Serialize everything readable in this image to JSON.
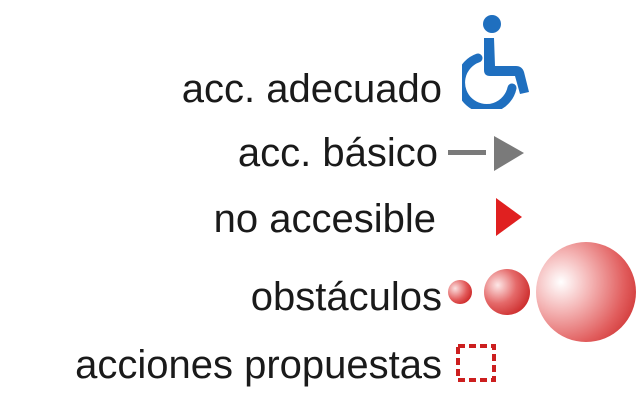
{
  "legend": {
    "items": [
      {
        "label": "acc. adecuado",
        "symbol": "wheelchair-icon",
        "color": "#1f6fbf"
      },
      {
        "label": "acc. básico",
        "symbol": "gray-arrow-icon",
        "color": "#7a7a7a"
      },
      {
        "label": "no accesible",
        "symbol": "red-triangle-icon",
        "color": "#e02020"
      },
      {
        "label": "obstáculos",
        "symbol": "red-circles-icon",
        "color": "#d92a2a"
      },
      {
        "label": "acciones propuestas",
        "symbol": "dashed-square-icon",
        "color": "#cc1f1f"
      }
    ]
  }
}
